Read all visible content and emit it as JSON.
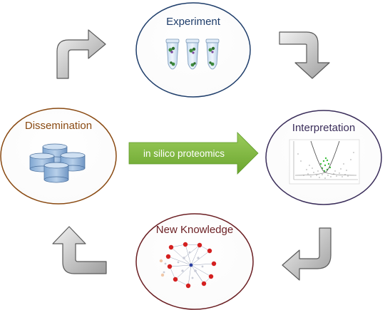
{
  "nodes": {
    "experiment": {
      "label": "Experiment",
      "color": "#1f3e6b"
    },
    "interpretation": {
      "label": "Interpretation",
      "color": "#3a2d5a"
    },
    "new_knowledge": {
      "label": "New Knowledge",
      "color": "#6b1f23"
    },
    "dissemination": {
      "label": "Dissemination",
      "color": "#8a4a12"
    }
  },
  "center_arrow": {
    "label": "in silico proteomics",
    "color": "#7fb83a"
  },
  "cycle_arrow_color": "#a6a6a6",
  "icons": {
    "experiment": "test-tubes-icon",
    "interpretation": "volcano-plot-icon",
    "new_knowledge": "network-graph-icon",
    "dissemination": "database-icon"
  }
}
